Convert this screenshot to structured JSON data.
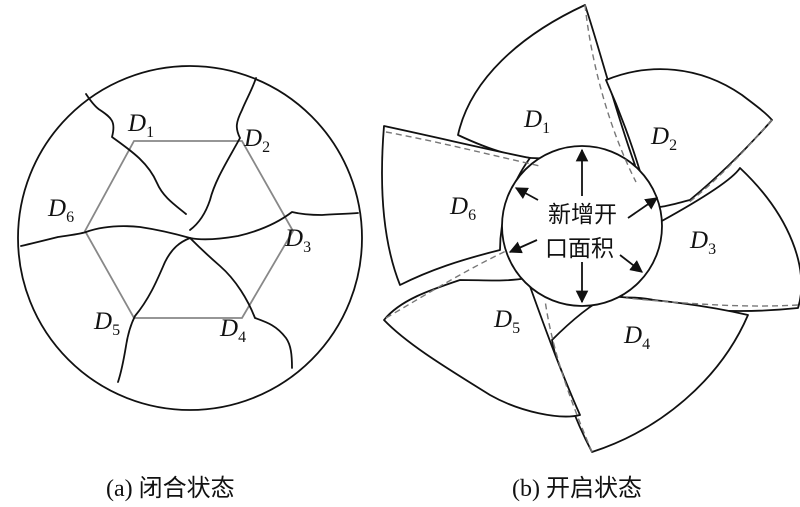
{
  "closed": {
    "caption": "(a) 闭合状态",
    "labels": [
      {
        "letter": "D",
        "sub": "1"
      },
      {
        "letter": "D",
        "sub": "2"
      },
      {
        "letter": "D",
        "sub": "3"
      },
      {
        "letter": "D",
        "sub": "4"
      },
      {
        "letter": "D",
        "sub": "5"
      },
      {
        "letter": "D",
        "sub": "6"
      }
    ]
  },
  "open": {
    "caption": "(b) 开启状态",
    "labels": [
      {
        "letter": "D",
        "sub": "1"
      },
      {
        "letter": "D",
        "sub": "2"
      },
      {
        "letter": "D",
        "sub": "3"
      },
      {
        "letter": "D",
        "sub": "4"
      },
      {
        "letter": "D",
        "sub": "5"
      },
      {
        "letter": "D",
        "sub": "6"
      }
    ],
    "center_text_line1": "新增开",
    "center_text_line2": "口面积"
  },
  "colors": {
    "line": "#111111",
    "hexagon": "#888888",
    "dashed": "#777777"
  }
}
